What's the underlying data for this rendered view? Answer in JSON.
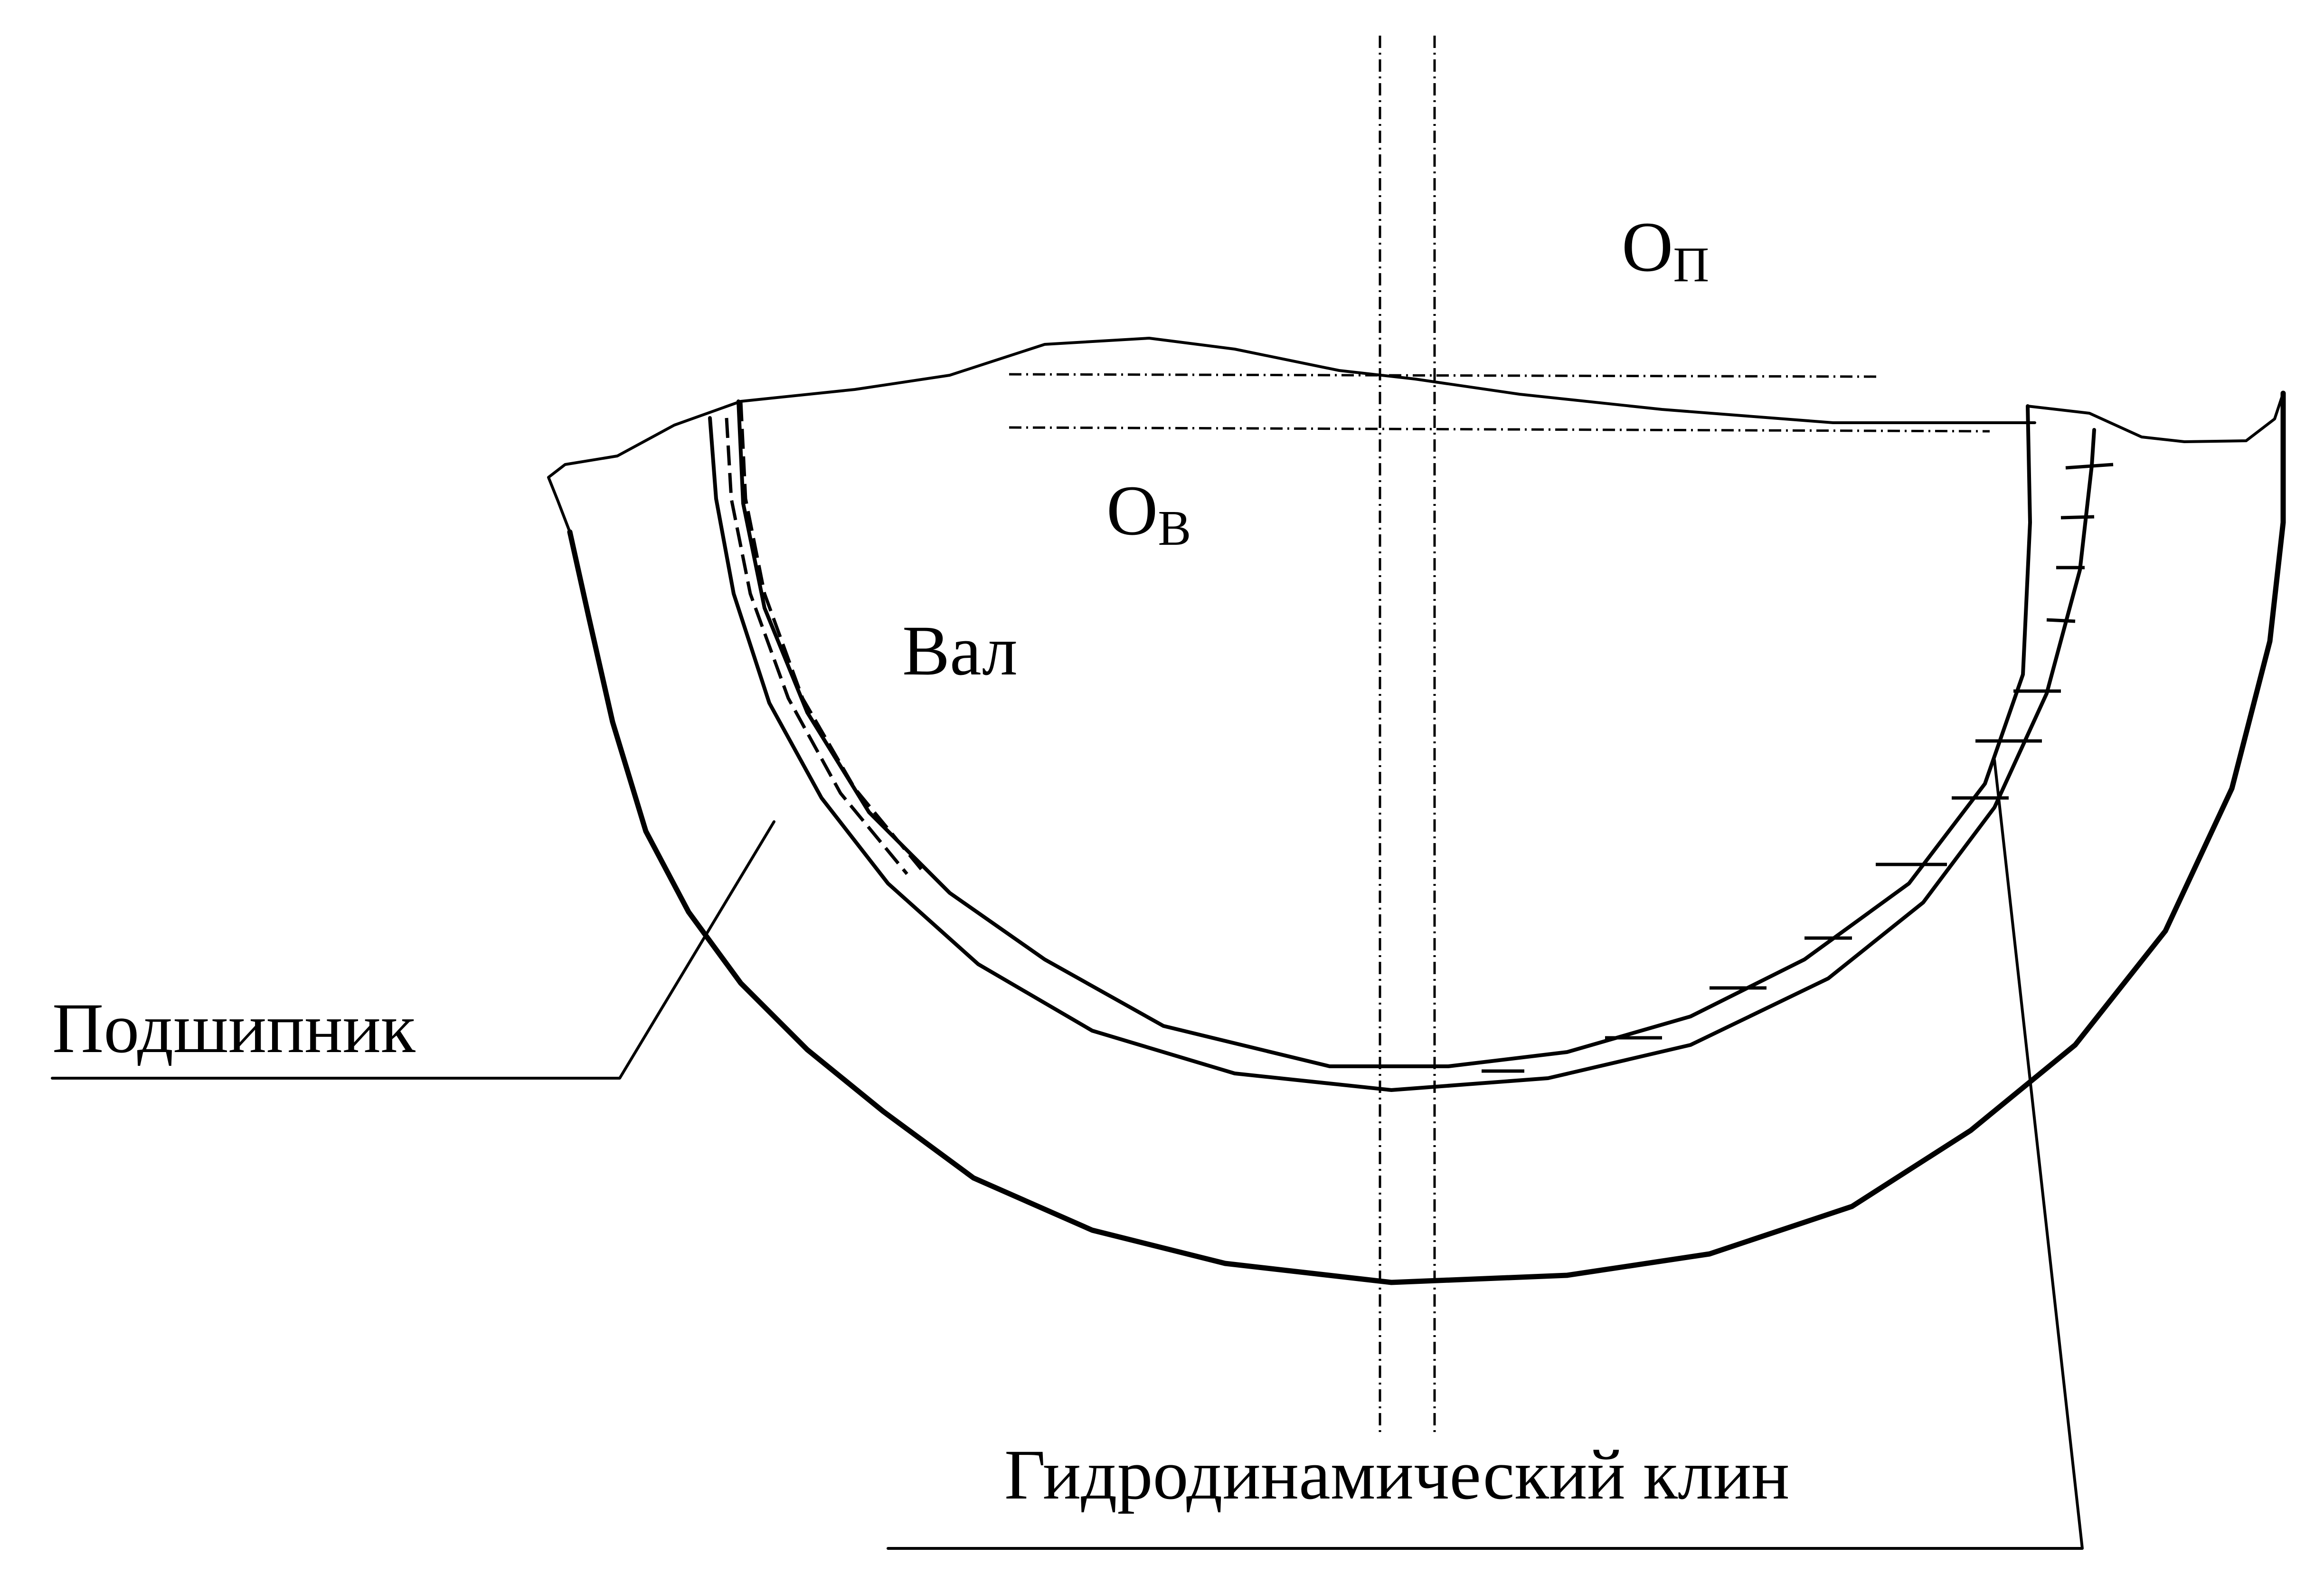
{
  "labels": {
    "op_main": "O",
    "op_sub": "П",
    "ob_main": "O",
    "ob_sub": "В",
    "shaft": "Вал",
    "bearing": "Подшипник",
    "wedge": "Гидродинамический клин"
  }
}
